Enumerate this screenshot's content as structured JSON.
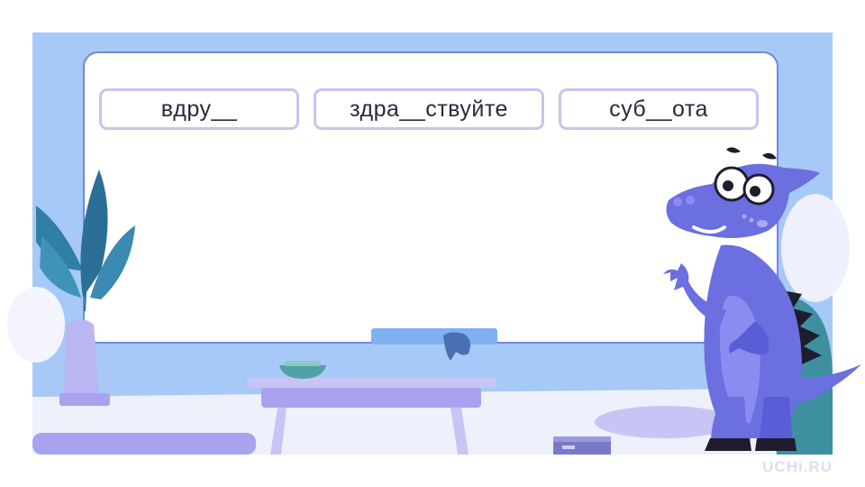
{
  "slide": {
    "words": [
      {
        "text": "вдру__"
      },
      {
        "text": "здра__ствуйте"
      },
      {
        "text": "суб__ота"
      }
    ]
  },
  "brand": {
    "logo_text": "UCHi.RU"
  },
  "colors": {
    "frame_blue": "#a7c9f7",
    "board_white": "#ffffff",
    "card_border": "#c4c6ee",
    "dino_purple": "#6b6fe0",
    "plant_teal": "#2f7fa6",
    "furniture_lavender": "#b3adf0"
  },
  "icons": [
    "potted-plant-icon",
    "dino-mascot-icon",
    "bowl-icon",
    "box-icon"
  ]
}
